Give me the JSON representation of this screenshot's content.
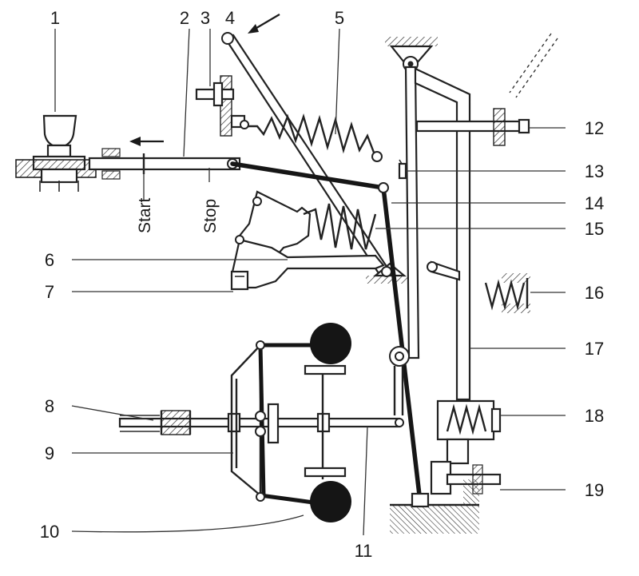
{
  "callouts": {
    "c1": "1",
    "c2": "2",
    "c3": "3",
    "c4": "4",
    "c5": "5",
    "c6": "6",
    "c7": "7",
    "c8": "8",
    "c9": "9",
    "c10": "10",
    "c11": "11",
    "c12": "12",
    "c13": "13",
    "c14": "14",
    "c15": "15",
    "c16": "16",
    "c17": "17",
    "c18": "18",
    "c19": "19"
  },
  "positions": {
    "start": "Start",
    "stop": "Stop"
  },
  "colors": {
    "ink": "#1a1a1a",
    "weight_fill": "#151515",
    "paper": "#ffffff"
  }
}
